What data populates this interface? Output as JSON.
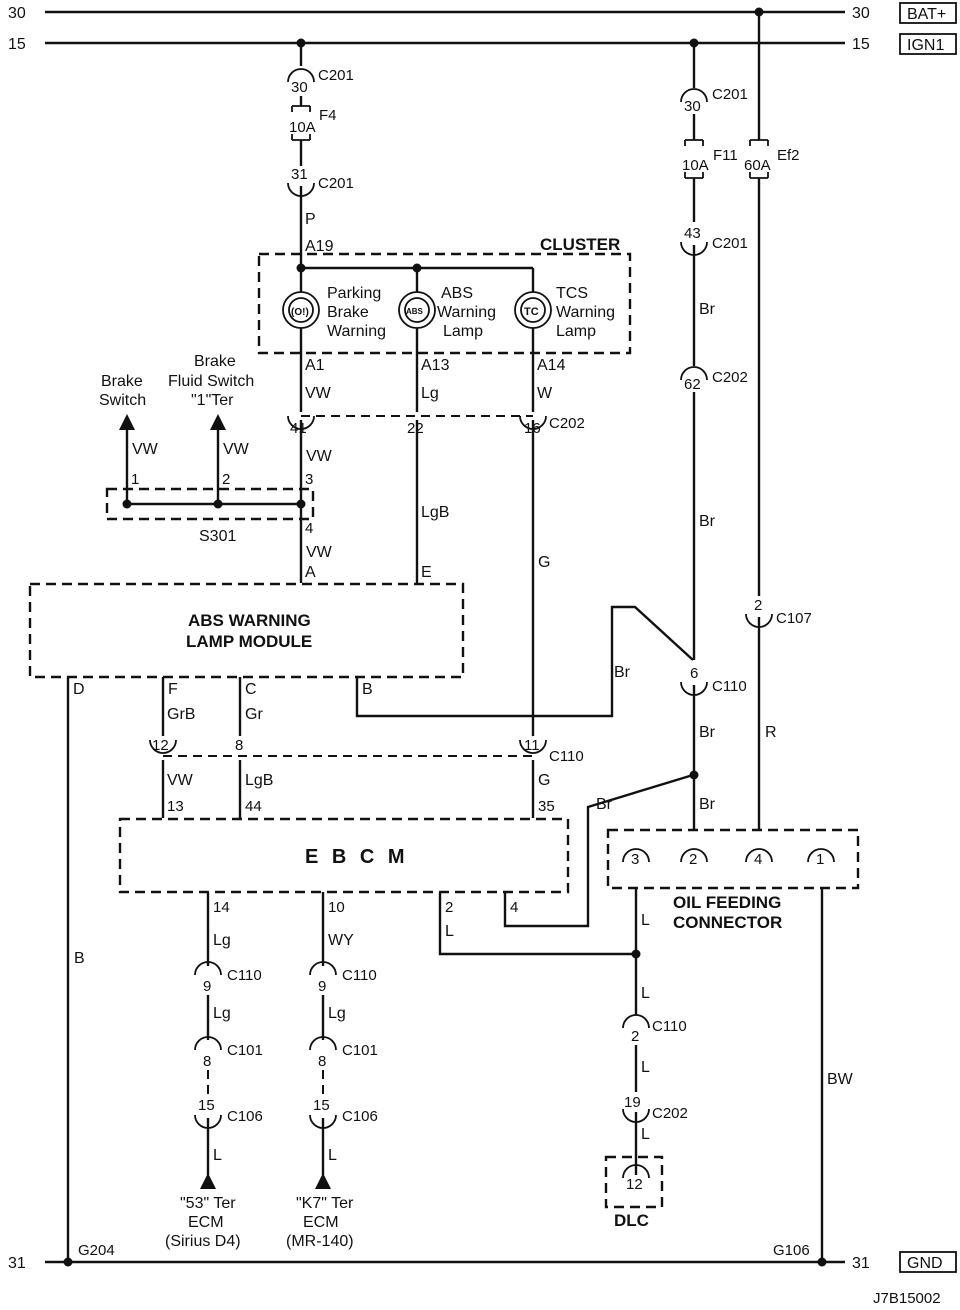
{
  "rails": {
    "bat": {
      "left_num": "30",
      "right_num": "30",
      "tag": "BAT+"
    },
    "ign": {
      "left_num": "15",
      "right_num": "15",
      "tag": "IGN1"
    },
    "gnd": {
      "left_num": "31",
      "right_num": "31",
      "tag": "GND"
    }
  },
  "connectors": {
    "c201": "C201",
    "c202": "C202",
    "c110": "C110",
    "c101": "C101",
    "c106": "C106",
    "c107": "C107",
    "s301": "S301"
  },
  "fuses": {
    "f4": {
      "name": "F4",
      "rating": "10A"
    },
    "f11": {
      "name": "F11",
      "rating": "10A"
    },
    "ef2": {
      "name": "Ef2",
      "rating": "60A"
    }
  },
  "cluster": {
    "title": "CLUSTER",
    "pin_a19": "A19",
    "lamps": [
      {
        "line1": "Parking",
        "line2": "Brake",
        "line3": "Warning",
        "pin": "A1",
        "wire": "VW"
      },
      {
        "line1": "ABS",
        "line2": "Warning",
        "line3": "Lamp",
        "pin": "A13",
        "wire": "Lg"
      },
      {
        "line1": "TCS",
        "line2": "Warning",
        "line3": "Lamp",
        "pin": "A14",
        "wire": "W"
      }
    ]
  },
  "switches": {
    "brake": {
      "line1": "Brake",
      "line2": "Switch"
    },
    "fluid": {
      "line1": "Brake",
      "line2": "Fluid Switch",
      "line3": "\"1\"Ter"
    }
  },
  "modules": {
    "abs_line1": "ABS WARNING",
    "abs_line2": "LAMP MODULE",
    "ebcm": "E B C M",
    "oil_line1": "OIL FEEDING",
    "oil_line2": "CONNECTOR",
    "dlc": "DLC"
  },
  "ecm_left": {
    "line1": "\"53\" Ter",
    "line2": "ECM",
    "line3": "(Sirius D4)"
  },
  "ecm_right": {
    "line1": "\"K7\" Ter",
    "line2": "ECM",
    "line3": "(MR-140)"
  },
  "grounds": {
    "g204": "G204",
    "g106": "G106"
  },
  "pins": {
    "p30": "30",
    "p31": "31",
    "p43": "43",
    "p62": "62",
    "p41": "41",
    "p22": "22",
    "p16": "16",
    "p1": "1",
    "p2": "2",
    "p3": "3",
    "p4": "4",
    "p6": "6",
    "p12": "12",
    "p8": "8",
    "p11": "11",
    "p13": "13",
    "p44": "44",
    "p35": "35",
    "p14": "14",
    "p10": "10",
    "p9": "9",
    "p15": "15",
    "p19": "19",
    "A": "A",
    "E": "E",
    "B": "B",
    "C": "C",
    "D": "D",
    "F": "F"
  },
  "wires": {
    "P": "P",
    "VW": "VW",
    "Lg": "Lg",
    "W": "W",
    "LgB": "LgB",
    "G": "G",
    "Br": "Br",
    "R": "R",
    "B": "B",
    "GrB": "GrB",
    "Gr": "Gr",
    "L": "L",
    "WY": "WY",
    "BW": "BW"
  },
  "drawing_id": "J7B15002"
}
